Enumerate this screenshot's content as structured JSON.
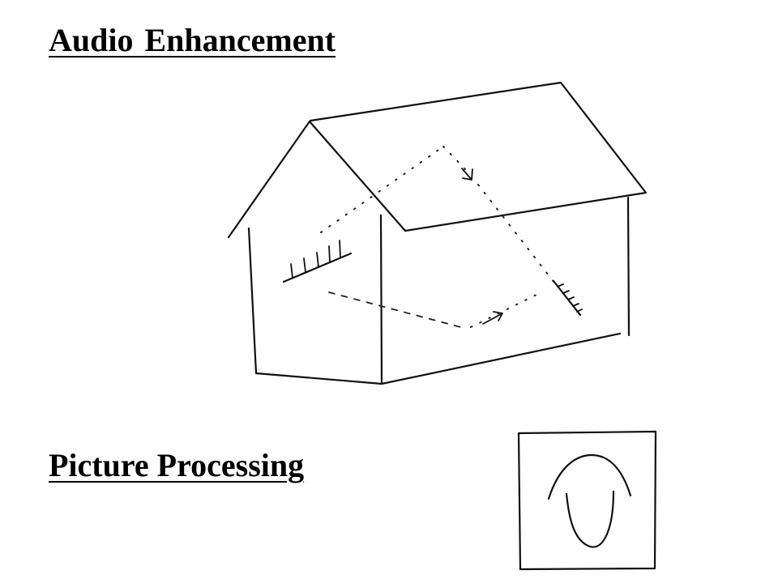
{
  "headings": {
    "audio": "Audio Enhancement",
    "picture": "Picture Processing"
  },
  "icons": [
    "house-acoustic-reflection-sketch",
    "face-picture-sketch"
  ]
}
